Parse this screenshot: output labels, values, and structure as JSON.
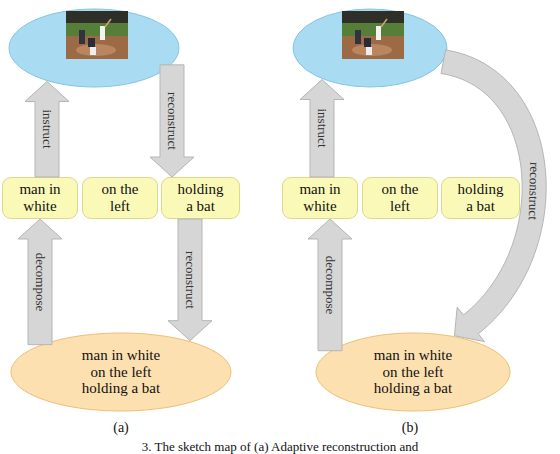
{
  "diagram": {
    "caption": "3. The sketch map of (a) Adaptive reconstruction and",
    "nodes": [
      {
        "text": []
      },
      {
        "text": [
          "man in white"
        ]
      },
      {
        "text": [
          "on the left"
        ]
      },
      {
        "text": [
          "holding a bat"
        ]
      },
      {
        "text": [
          "man in white on the left holding a bat"
        ]
      },
      {
        "text": []
      },
      {
        "text": [
          "man in white"
        ]
      },
      {
        "text": [
          "on the left"
        ]
      },
      {
        "text": [
          "holding a bat"
        ]
      },
      {
        "text": [
          "man in white on the left holding a bat"
        ]
      }
    ],
    "edges": [
      {
        "from": 1,
        "to": 0,
        "arrow": "to",
        "label": "instruct"
      },
      {
        "from": 0,
        "to": 3,
        "arrow": "to",
        "label": "reconstruct"
      },
      {
        "from": 4,
        "to": 1,
        "arrow": "to",
        "label": "decompose"
      },
      {
        "from": 3,
        "to": 4,
        "arrow": "to",
        "label": "reconstruct"
      },
      {
        "from": 6,
        "to": 5,
        "arrow": "to",
        "label": "instruct"
      },
      {
        "from": 9,
        "to": 6,
        "arrow": "to",
        "label": "decompose"
      },
      {
        "from": 5,
        "to": 9,
        "arrow": "to",
        "label": "reconstruct"
      }
    ],
    "labels": [
      "(a)",
      "(b)"
    ]
  }
}
